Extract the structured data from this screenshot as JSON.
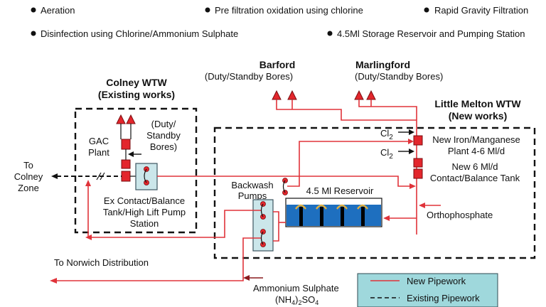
{
  "bullets": [
    {
      "text": "Aeration"
    },
    {
      "text": "Pre filtration oxidation using chlorine"
    },
    {
      "text": "Rapid Gravity Filtration"
    },
    {
      "text": "Disinfection using Chlorine/Ammonium Sulphate"
    },
    {
      "text": "4.5Ml Storage Reservoir and Pumping Station"
    }
  ],
  "colney": {
    "title": "Colney WTW",
    "subtitle": "(Existing works)",
    "gac_line1": "GAC",
    "gac_line2": "Plant",
    "bores_line1": "(Duty/",
    "bores_line2": "Standby",
    "bores_line3": "Bores)",
    "tank_line1": "Ex Contact/Balance",
    "tank_line2": "Tank/High Lift Pump",
    "tank_line3": "Station"
  },
  "to_colney": {
    "line1": "To",
    "line2": "Colney",
    "line3": "Zone"
  },
  "barford": {
    "title": "Barford",
    "subtitle": "(Duty/Standby Bores)"
  },
  "marlingford": {
    "title": "Marlingford",
    "subtitle": "(Duty/Standby Bores)"
  },
  "little_melton": {
    "title": "Little Melton WTW",
    "subtitle": "(New works)",
    "cl2_symbol": "Cl",
    "cl2_subscript": "2",
    "iron_line1": "New Iron/Manganese",
    "iron_line2": "Plant 4-6 Ml/d",
    "tank_line1": "New 6 Ml/d",
    "tank_line2": "Contact/Balance Tank",
    "backwash_line1": "Backwash",
    "backwash_line2": "Pumps",
    "reservoir": "4.5 Ml Reservoir",
    "orthophosphate": "Orthophosphate"
  },
  "norwich": "To Norwich Distribution",
  "ammonium": {
    "line1": "Ammonium Sulphate",
    "formula_a": "(NH",
    "formula_sub1": "4",
    "formula_b": ")",
    "formula_sub2": "2",
    "formula_c": "SO",
    "formula_sub3": "4"
  },
  "legend": {
    "new_label": "New Pipework",
    "existing_label": "Existing Pipework"
  },
  "colors": {
    "new_pipe": "#e0333a",
    "existing_pipe": "#111111",
    "unit_red": "#e3262c",
    "pump_box": "#cbe6ea",
    "reservoir_water": "#1e6fbf",
    "legend_bg": "#9fd8dc",
    "aerator": "#e0b040"
  }
}
